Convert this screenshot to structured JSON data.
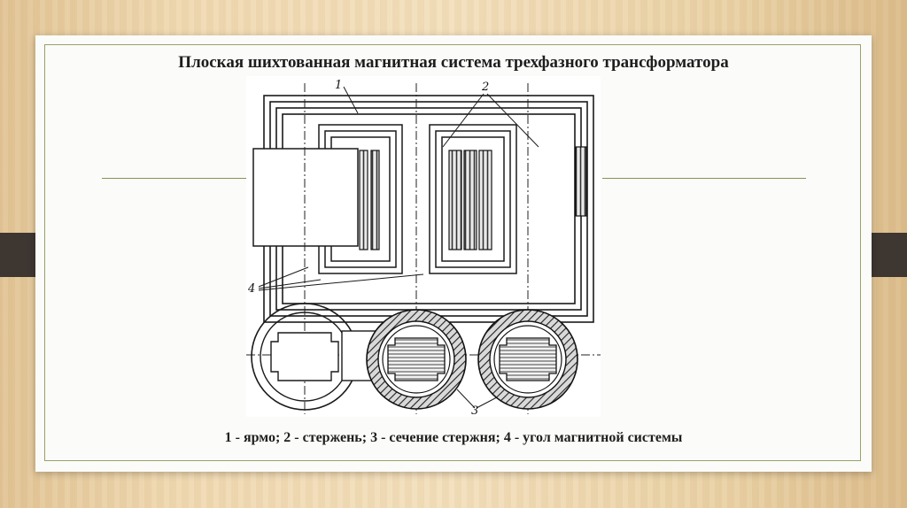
{
  "slide": {
    "title": "Плоская шихтованная магнитная система трехфазного трансформатора",
    "caption": "1 - ярмо; 2 - стержень; 3 - сечение стержня; 4 - угол магнитной системы"
  },
  "figure": {
    "labels": {
      "yoke": "1",
      "cores": "2",
      "core_section": "3",
      "corner": "4"
    }
  }
}
